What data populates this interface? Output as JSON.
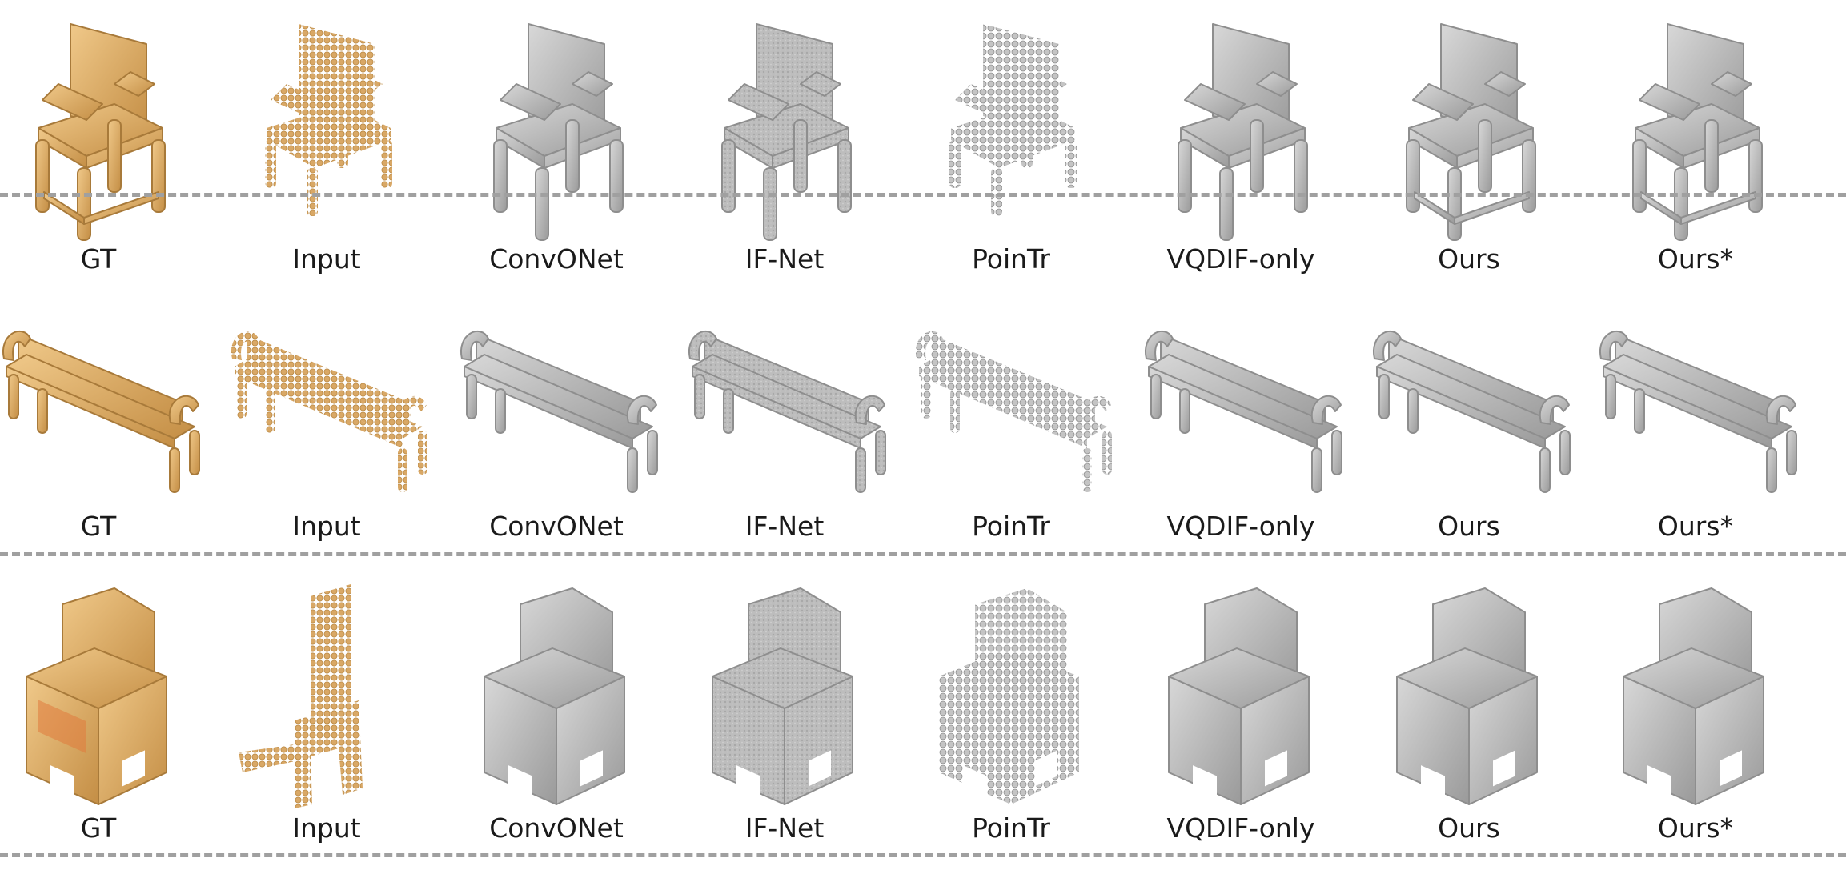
{
  "figure": {
    "rows": [
      {
        "object": "chair",
        "labels": [
          "GT",
          "Input",
          "ConvONet",
          "IF-Net",
          "PoinTr",
          "VQDIF-only",
          "Ours",
          "Ours*"
        ]
      },
      {
        "object": "bench",
        "labels": [
          "GT",
          "Input",
          "ConvONet",
          "IF-Net",
          "PoinTr",
          "VQDIF-only",
          "Ours",
          "Ours*"
        ]
      },
      {
        "object": "armchair",
        "labels": [
          "GT",
          "Input",
          "ConvONet",
          "IF-Net",
          "PoinTr",
          "VQDIF-only",
          "Ours",
          "Ours*"
        ]
      }
    ],
    "colors": {
      "gt_input": "#d9a866",
      "gt_input_dark": "#b8863f",
      "gt_input_light": "#f0c98a",
      "prediction": "#b9b9b9",
      "prediction_dark": "#8e8e8e",
      "prediction_light": "#d6d6d6",
      "divider": "#a0a0a0"
    }
  }
}
